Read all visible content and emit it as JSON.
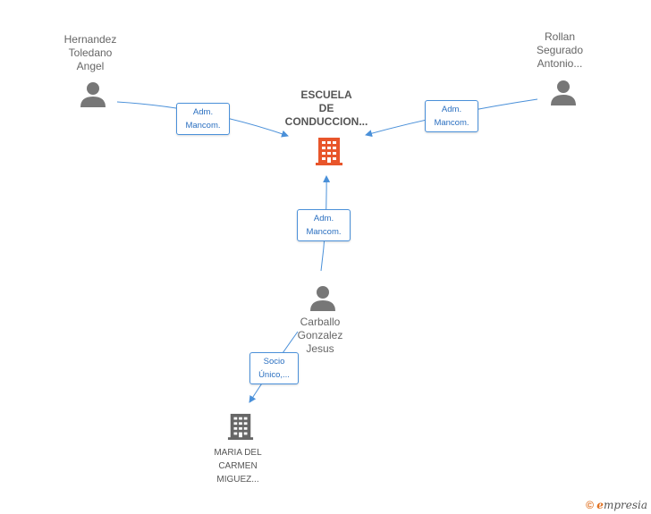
{
  "nodes": {
    "center": {
      "name": "ESCUELA\nDE\nCONDUCCION...",
      "type": "company",
      "color": "#e8552b"
    },
    "hernandez": {
      "name": "Hernandez\nToledano\nAngel",
      "type": "person"
    },
    "rollan": {
      "name": "Rollan\nSegurado\nAntonio...",
      "type": "person"
    },
    "carballo": {
      "name": "Carballo\nGonzalez\nJesus",
      "type": "person"
    },
    "maria": {
      "name": "MARIA DEL\nCARMEN\nMIGUEZ...",
      "type": "company",
      "color": "#666666"
    }
  },
  "edges": {
    "hernandez_center": "Adm.\nMancom.",
    "rollan_center": "Adm.\nMancom.",
    "carballo_center": "Adm.\nMancom.",
    "carballo_maria": "Socio\nÚnico,..."
  },
  "colors": {
    "edge": "#4a90d9",
    "person_icon": "#777777"
  },
  "footer": {
    "copyright": "©",
    "brand_e": "e",
    "brand": "mpresia"
  }
}
